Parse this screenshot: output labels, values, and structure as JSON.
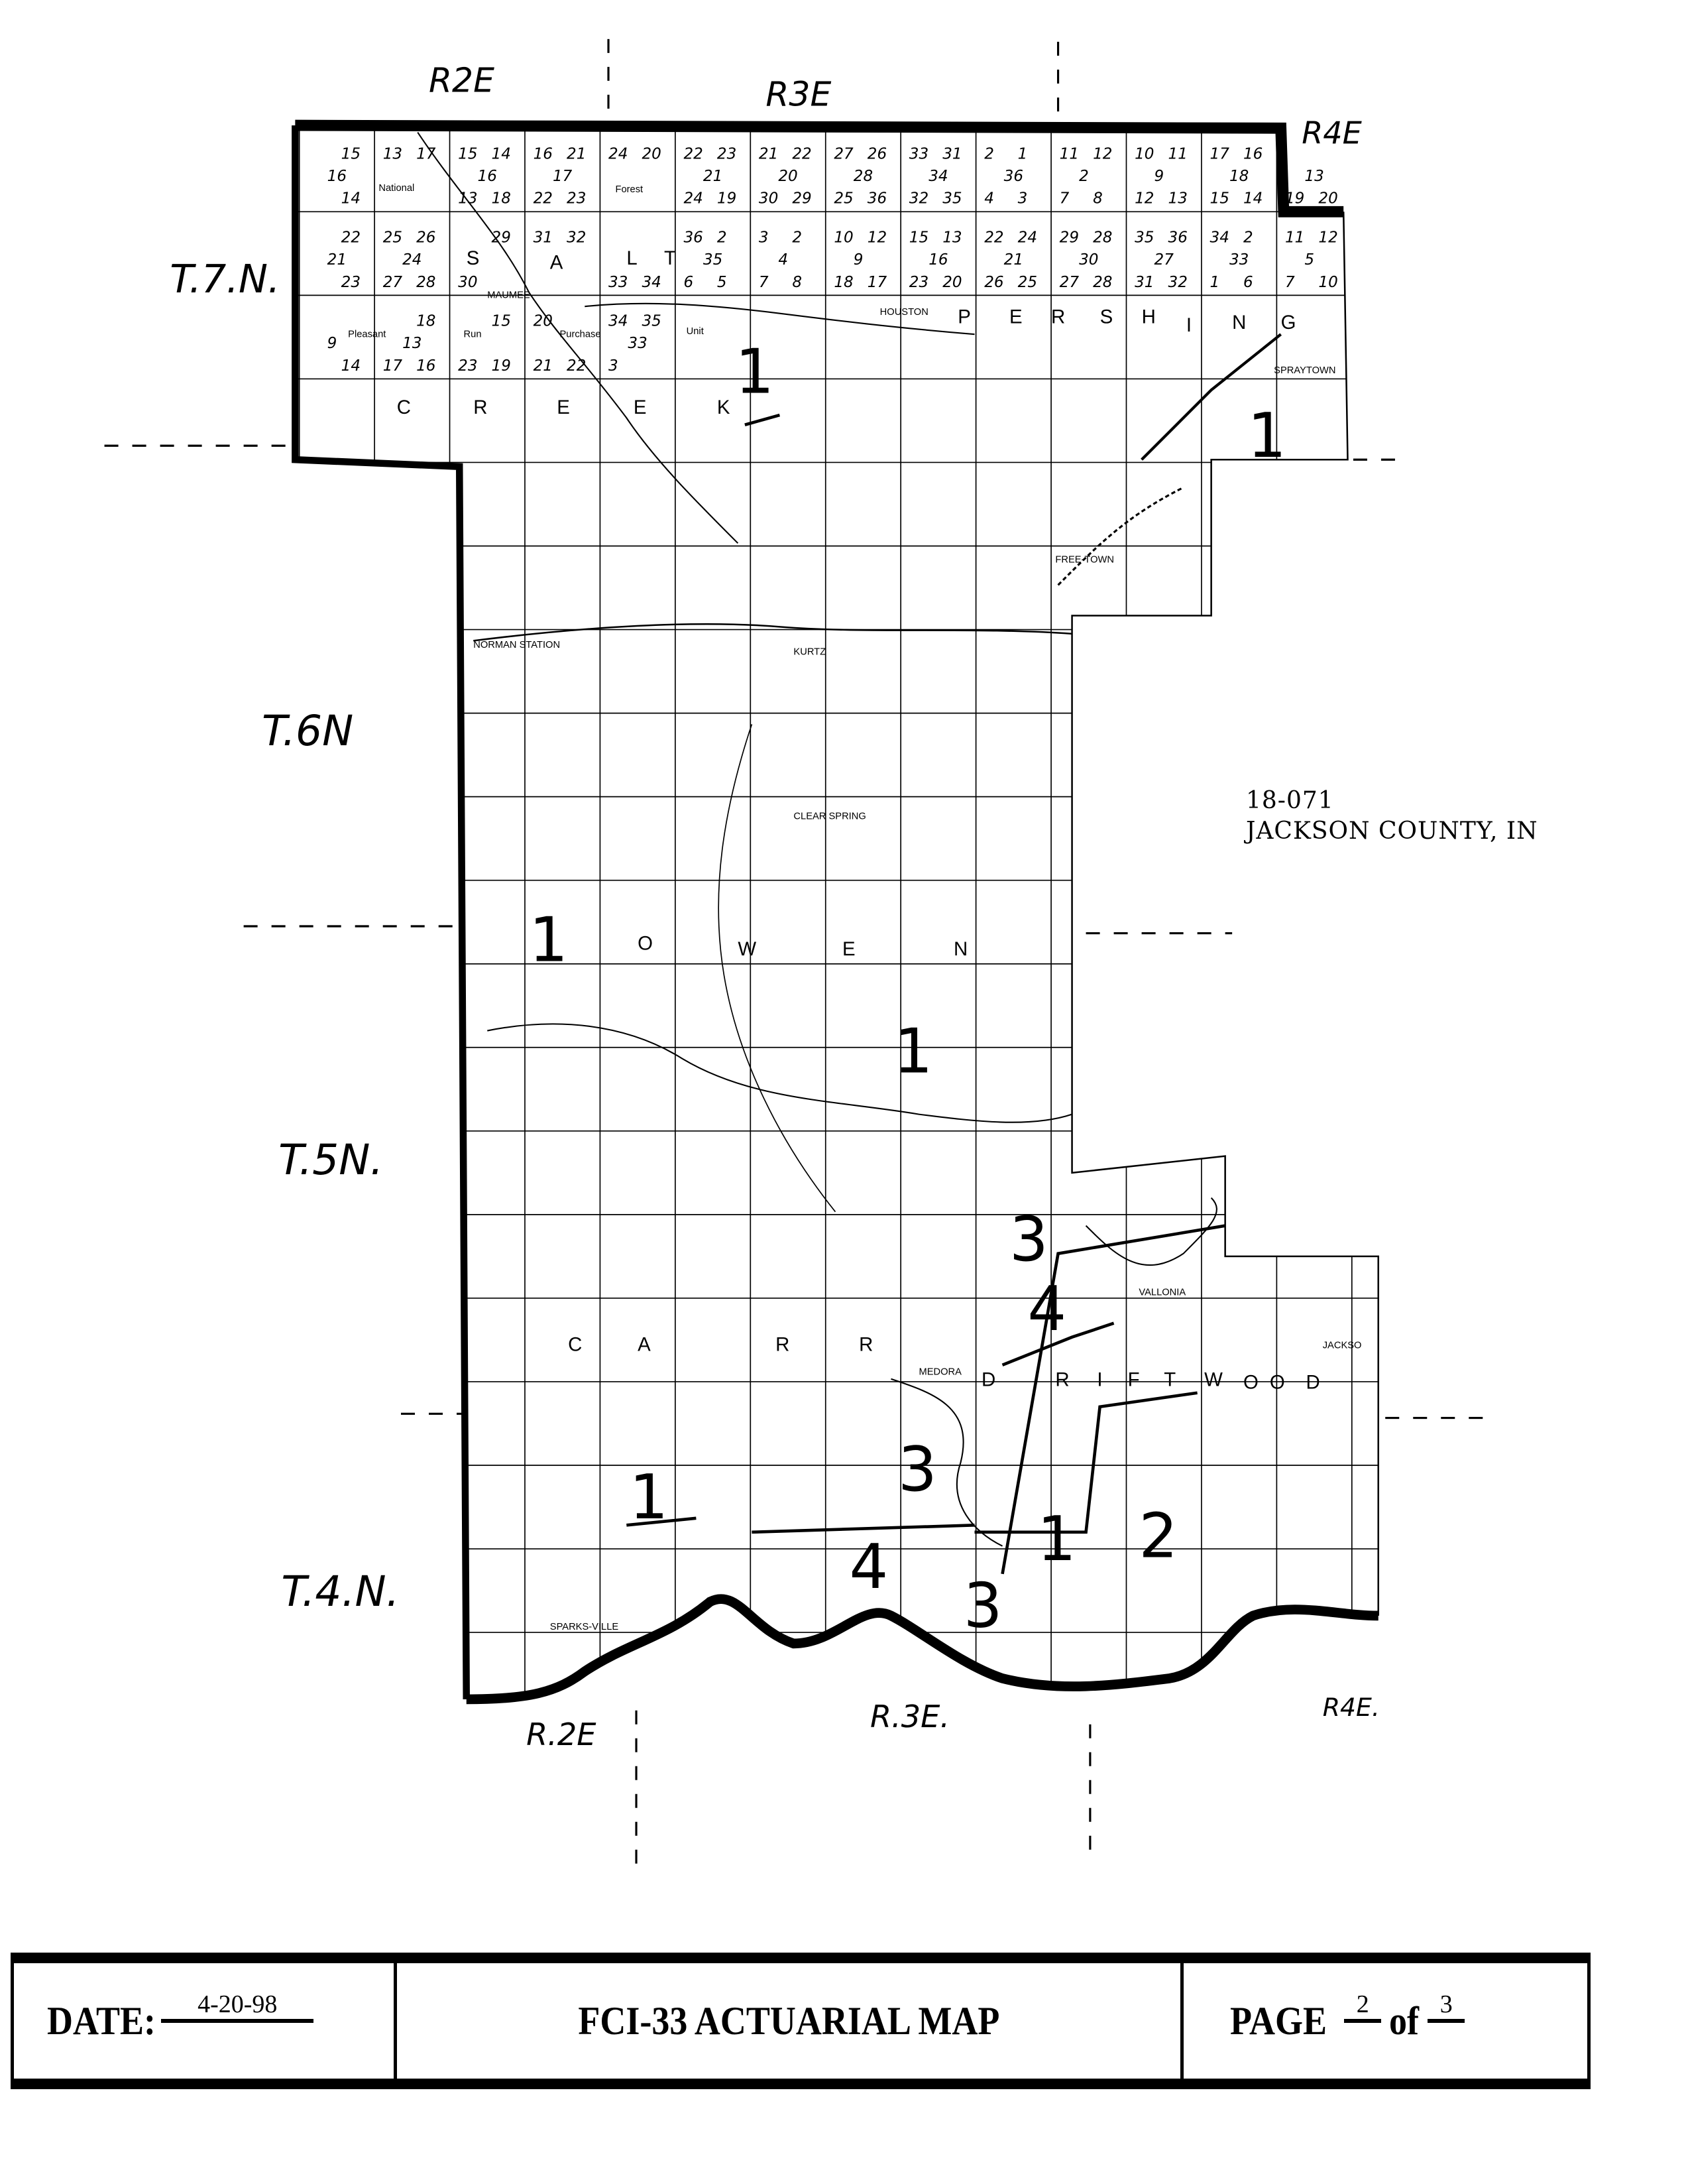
{
  "map": {
    "ranges_top": [
      "R2E",
      "R3E",
      "R4E"
    ],
    "ranges_bottom": [
      "R.2E",
      "R.3E.",
      "R4E."
    ],
    "townships": [
      "T.7.N.",
      "T.6N",
      "T.5N.",
      "T.4.N."
    ],
    "township_names": {
      "salt_creek": [
        "S",
        "A",
        "L",
        "T",
        "C",
        "R",
        "E",
        "E",
        "K"
      ],
      "pershing": [
        "P",
        "E",
        "R",
        "S",
        "H",
        "I",
        "N",
        "G"
      ],
      "owen": [
        "O",
        "W",
        "E",
        "N"
      ],
      "carr": [
        "C",
        "A",
        "R",
        "R"
      ],
      "driftwood": [
        "D",
        "R",
        "I",
        "F",
        "T",
        "W",
        "O",
        "O",
        "D"
      ]
    },
    "place_names": {
      "national": "National",
      "forest": "Forest",
      "pleasant": "Pleasant",
      "run": "Run",
      "purchase": "Purchase",
      "unit": "Unit",
      "maumee": "MAUMEE",
      "houston": "HOUSTON",
      "spraytown": "SPRAYTOWN",
      "freetown": "FREE-TOWN",
      "norman_station": "NORMAN STATION",
      "kurtz": "KURTZ",
      "clear_spring": "CLEAR SPRING",
      "vallonia": "VALLONIA",
      "jackson": "JACKSO",
      "medora": "MEDORA",
      "sparksville": "SPARKS-VILLE"
    },
    "risk_zones": [
      "1",
      "1",
      "1",
      "1",
      "1",
      "1",
      "2",
      "3",
      "3",
      "3",
      "4",
      "4"
    ],
    "sections": [
      "16",
      "15",
      "14",
      "13",
      "17",
      "16",
      "15",
      "14",
      "13",
      "18",
      "17",
      "16",
      "21",
      "22",
      "23",
      "24",
      "20",
      "21",
      "22",
      "23",
      "24",
      "19",
      "20",
      "21",
      "22",
      "30",
      "29",
      "28",
      "27",
      "26",
      "25",
      "36",
      "34",
      "33",
      "31",
      "32",
      "35",
      "36",
      "2",
      "1",
      "4",
      "3",
      "2",
      "11",
      "12",
      "7",
      "8",
      "9",
      "10",
      "11",
      "12",
      "13",
      "18",
      "17",
      "16",
      "15",
      "14",
      "13",
      "19",
      "20",
      "21",
      "22",
      "23",
      "24",
      "25",
      "26",
      "27",
      "28",
      "29",
      "30",
      "31",
      "32",
      "33",
      "34",
      "35",
      "36",
      "2",
      "6",
      "5",
      "4",
      "3",
      "2",
      "7",
      "8",
      "9",
      "10",
      "12",
      "18",
      "17",
      "16",
      "15",
      "13",
      "23",
      "20",
      "21",
      "22",
      "24",
      "26",
      "25",
      "30",
      "29",
      "28",
      "27",
      "28",
      "27",
      "35",
      "36",
      "31",
      "32",
      "33",
      "34",
      "2",
      "1",
      "6",
      "5",
      "11",
      "12",
      "7",
      "10",
      "9",
      "14",
      "13",
      "18",
      "17",
      "16",
      "15",
      "23",
      "19",
      "20",
      "21",
      "22",
      "33",
      "34",
      "35",
      "3"
    ]
  },
  "county_label": {
    "code": "18-071",
    "name": "JACKSON COUNTY, IN"
  },
  "footer": {
    "date_label": "DATE:",
    "date_value": "4-20-98",
    "title": "FCI-33 ACTUARIAL  MAP",
    "page_label": "PAGE",
    "page_current": "2",
    "page_of": "of",
    "page_total": "3"
  }
}
